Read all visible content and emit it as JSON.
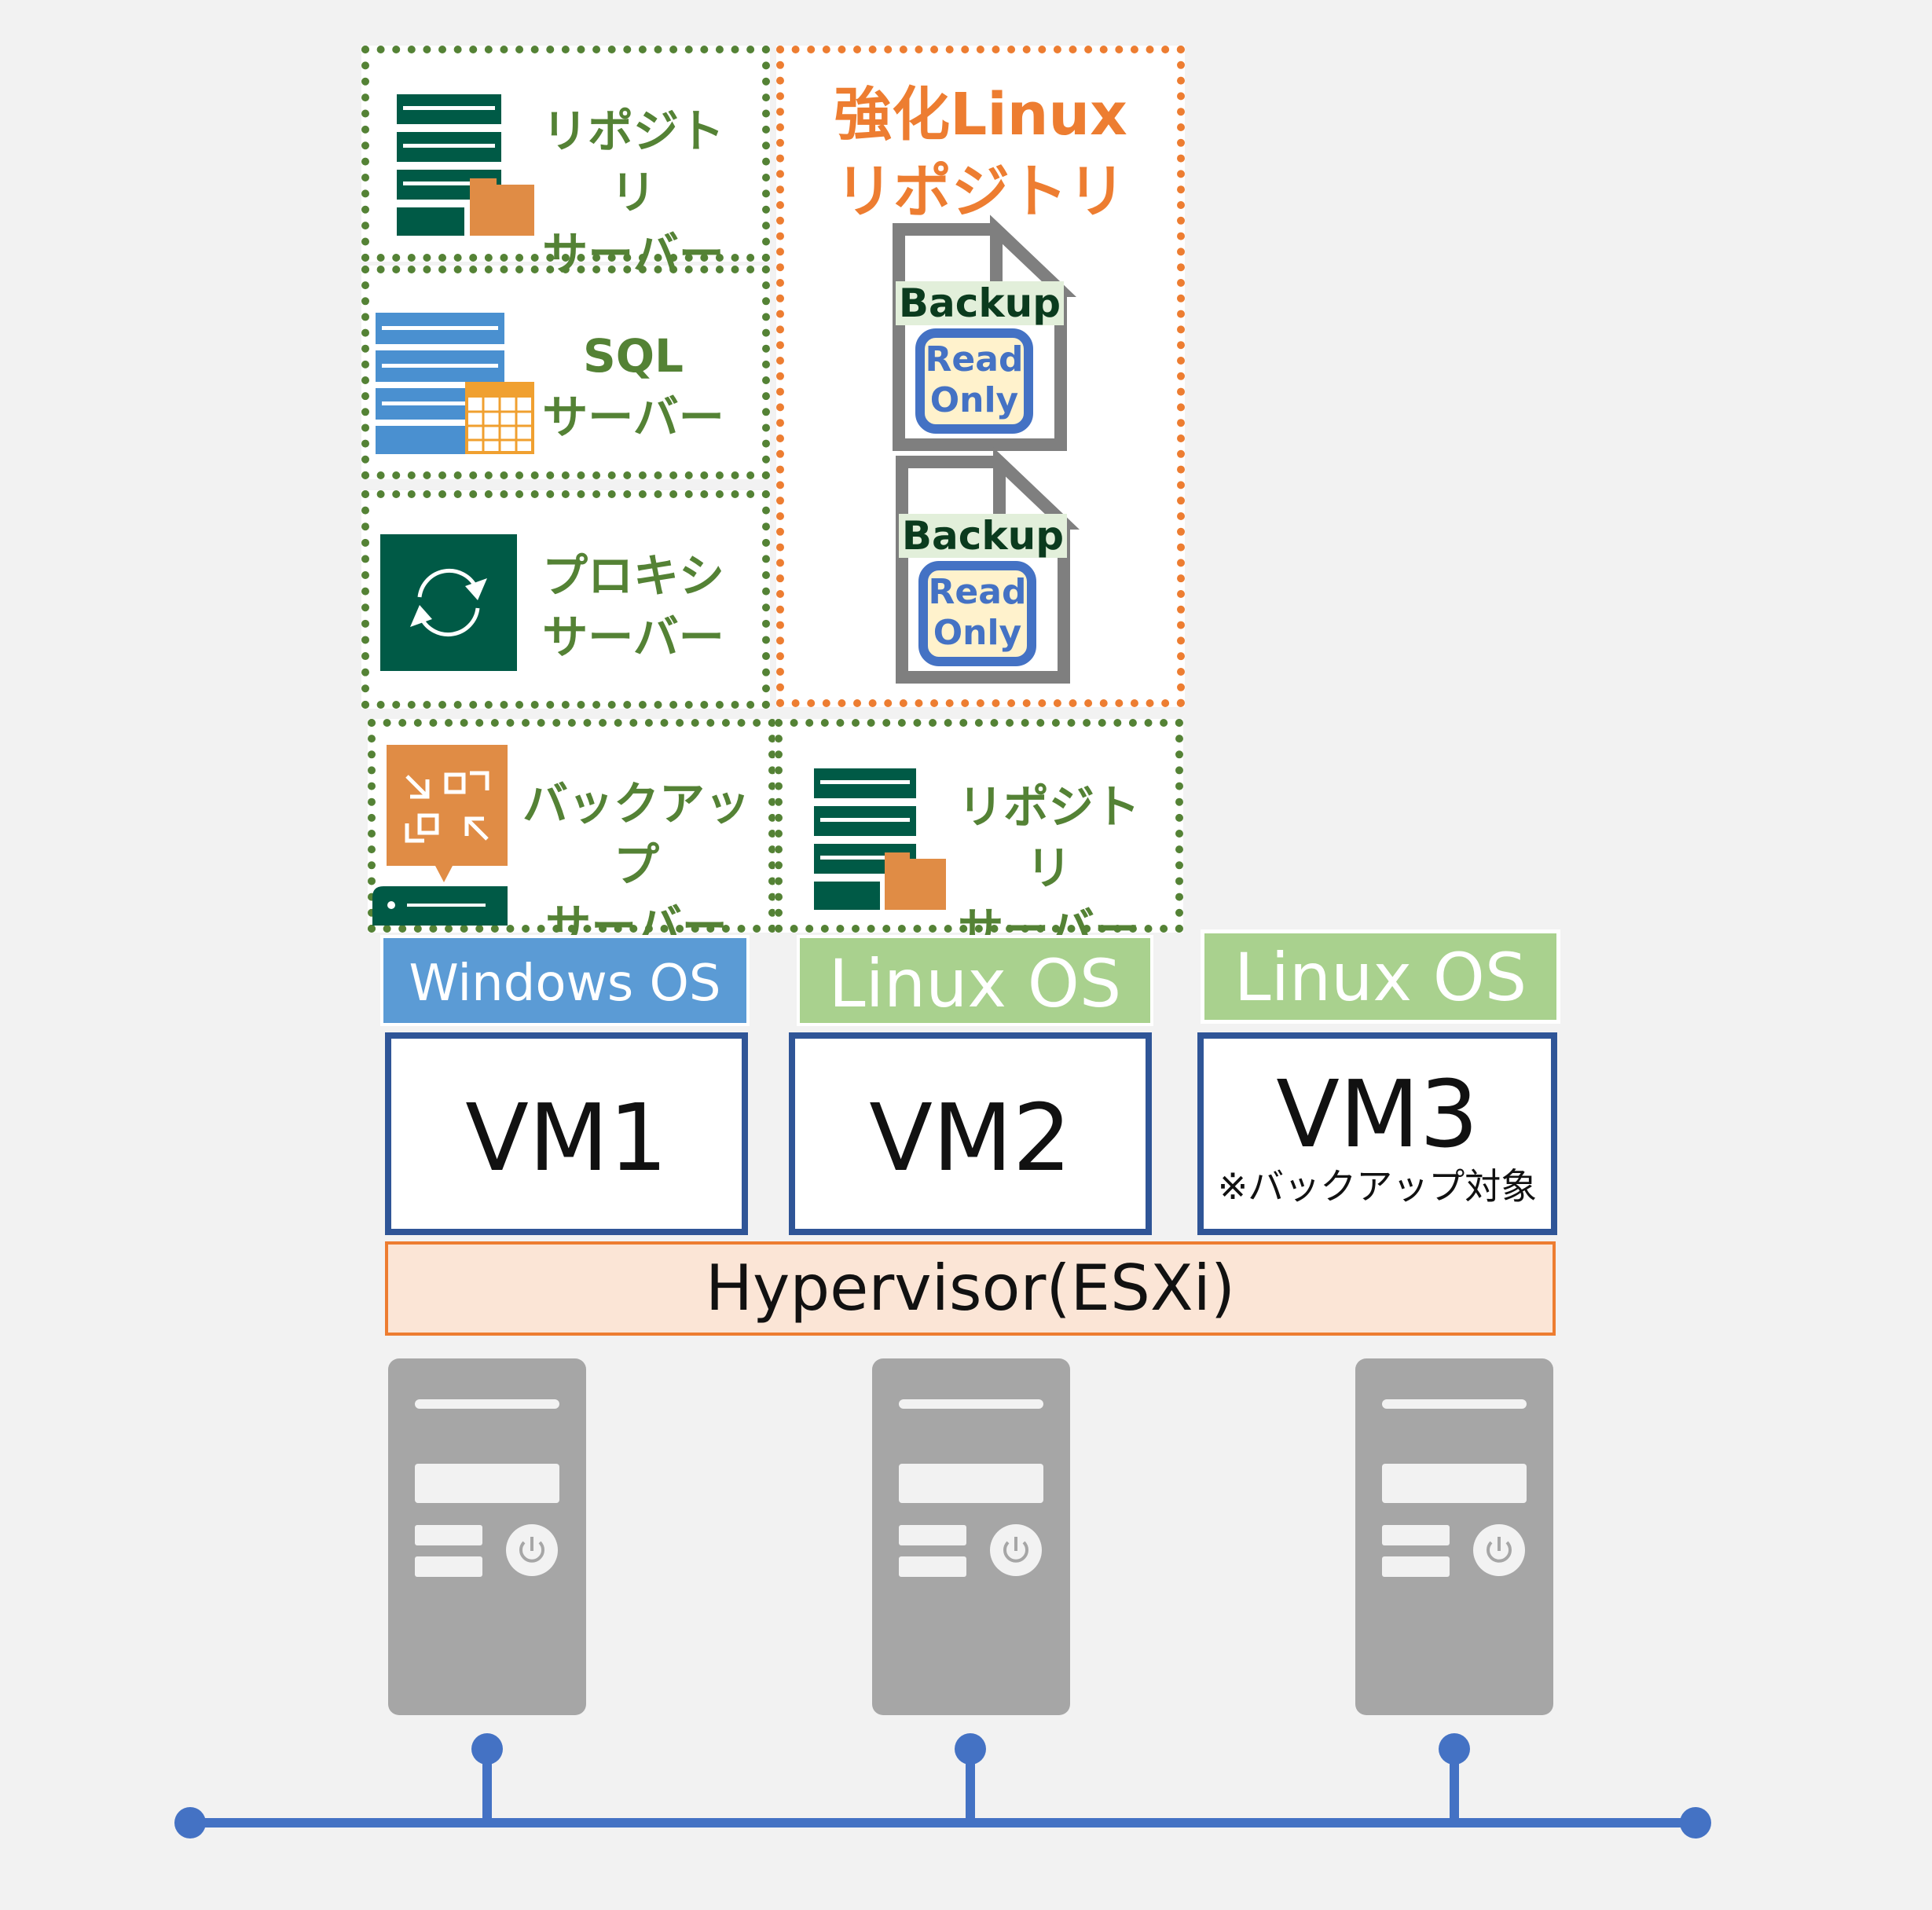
{
  "roles": {
    "repo1": {
      "line1": "リポジトリ",
      "line2": "サーバー"
    },
    "sql": {
      "line1": "SQL",
      "line2": "サーバー"
    },
    "proxy": {
      "line1": "プロキシ",
      "line2": "サーバー"
    },
    "backup": {
      "line1": "バックアップ",
      "line2": "サーバー"
    },
    "repo2": {
      "line1": "リポジトリ",
      "line2": "サーバー"
    }
  },
  "hardened": {
    "title1": "強化Linux",
    "title2": "リポジトリ",
    "files": [
      {
        "label": "Backup",
        "badge1": "Read",
        "badge2": "Only"
      },
      {
        "label": "Backup",
        "badge1": "Read",
        "badge2": "Only"
      }
    ]
  },
  "vms": [
    {
      "os": "Windows OS",
      "name": "VM1",
      "note": ""
    },
    {
      "os": "Linux OS",
      "name": "VM2",
      "note": ""
    },
    {
      "os": "Linux OS",
      "name": "VM3",
      "note": "※バックアップ対象"
    }
  ],
  "hypervisor": "Hypervisor(ESXi)",
  "colors": {
    "green_text": "#548235",
    "orange": "#ed7d31",
    "windows_os": "#5b9bd5",
    "linux_os": "#a9d18e",
    "vm_border": "#2f5597",
    "hypervisor_fill": "#fbe5d6",
    "network": "#4472c4",
    "server_gray": "#a6a6a6",
    "dark_green_icon": "#005a46"
  }
}
